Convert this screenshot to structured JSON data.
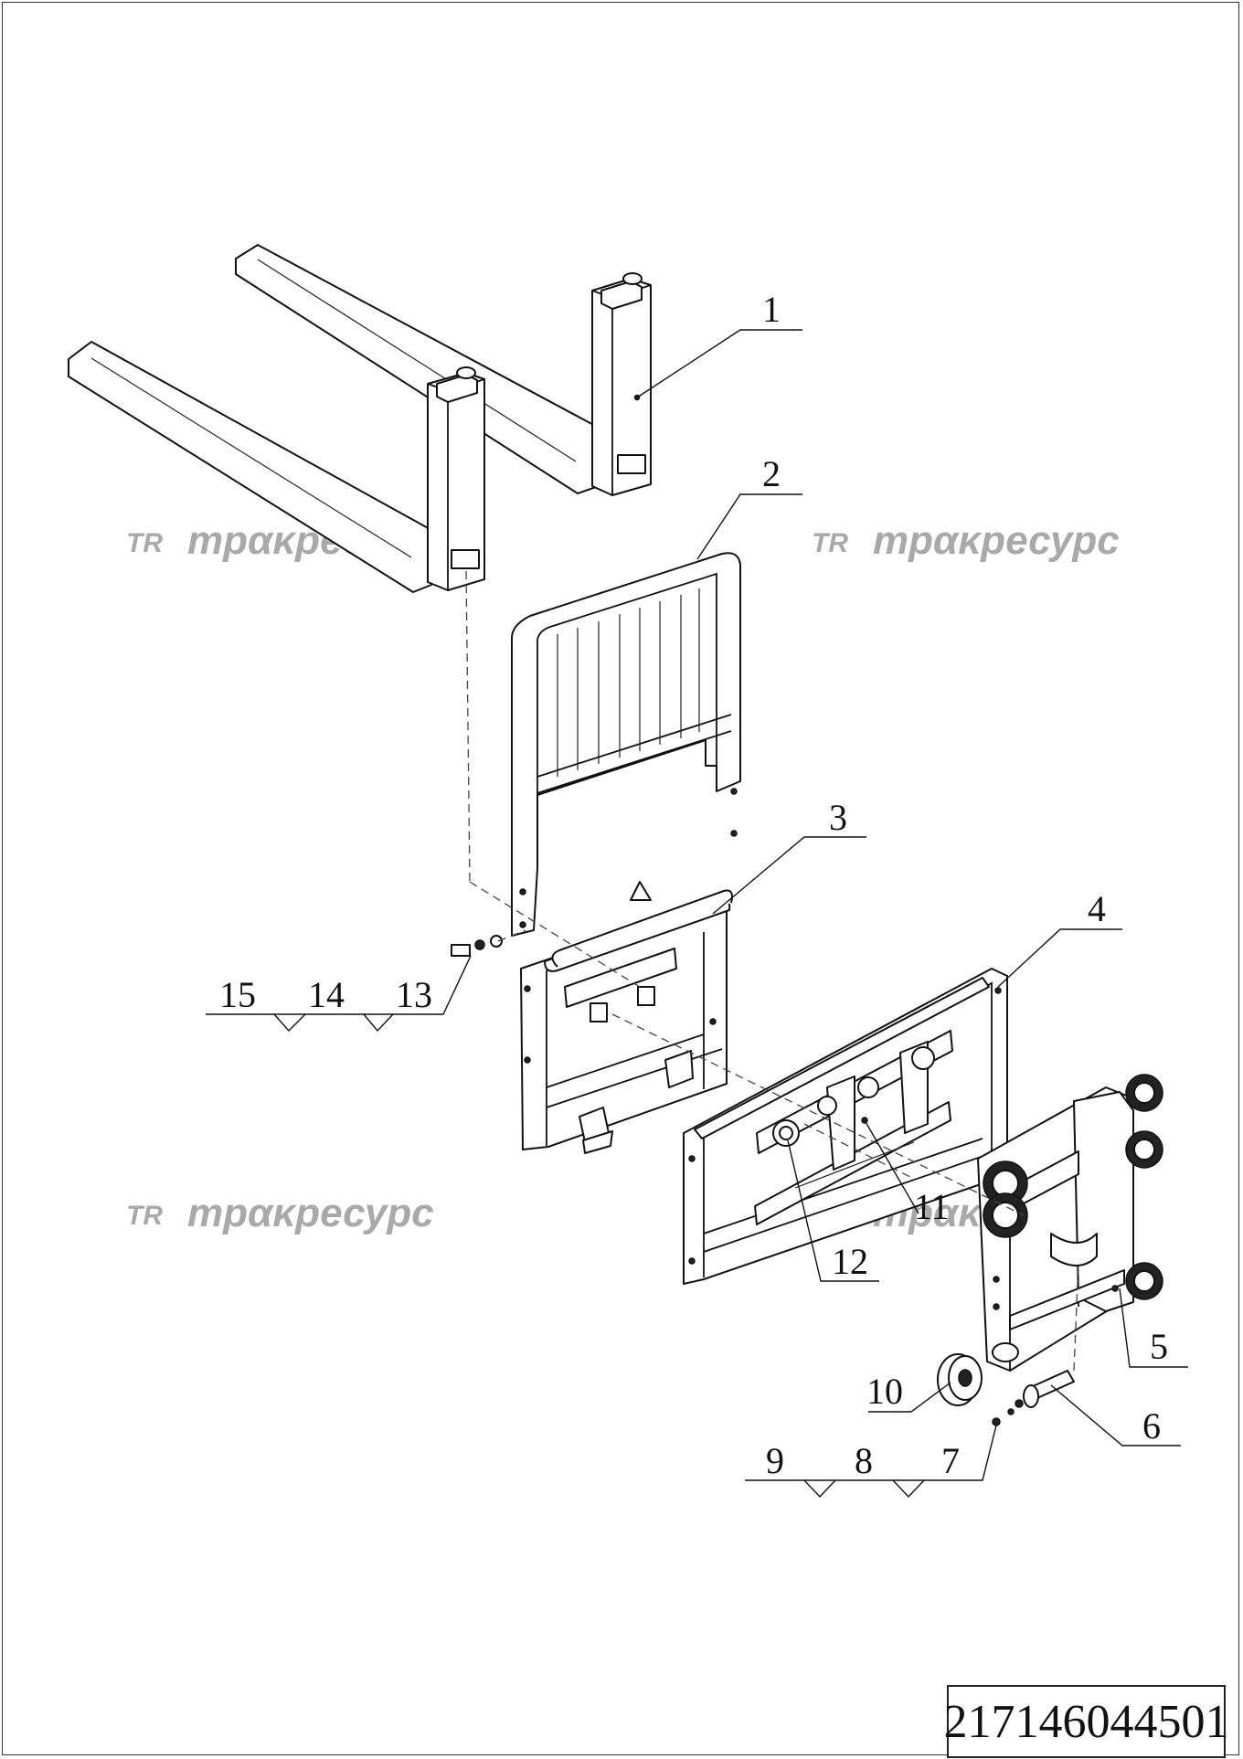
{
  "drawing": {
    "part_number": "217146044501",
    "callouts": [
      "1",
      "2",
      "3",
      "4",
      "5",
      "6",
      "7",
      "8",
      "9",
      "10",
      "11",
      "12",
      "13",
      "14",
      "15"
    ],
    "watermark_brand": "трακресурс",
    "watermark_logo": "TR"
  }
}
